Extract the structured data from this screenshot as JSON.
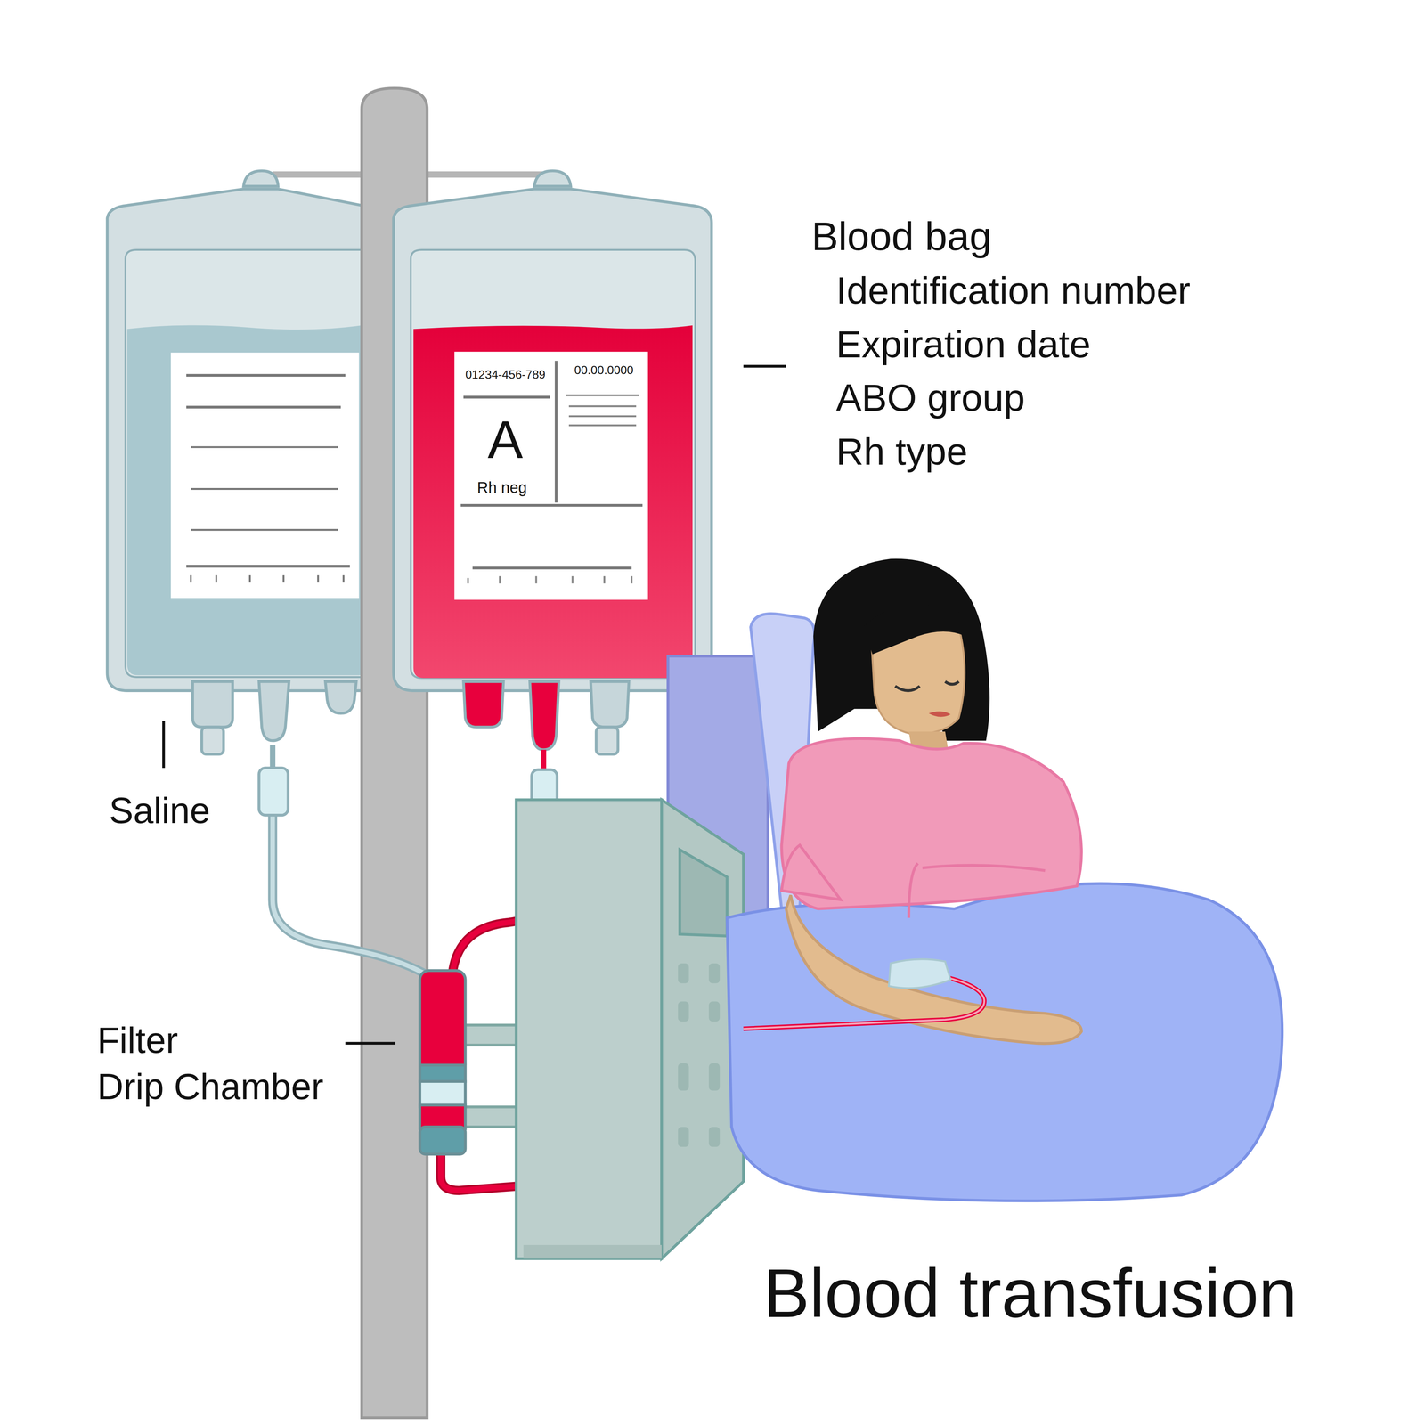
{
  "diagram": {
    "title": "Blood transfusion",
    "labels": [
      "01234-456-789",
      "00.00.0000",
      "A",
      "Rh neg",
      "Blood bag",
      "Identification number",
      "Expiration date",
      "ABO group",
      "Rh type",
      "Saline",
      "Filter",
      "Drip Chamber"
    ]
  }
}
